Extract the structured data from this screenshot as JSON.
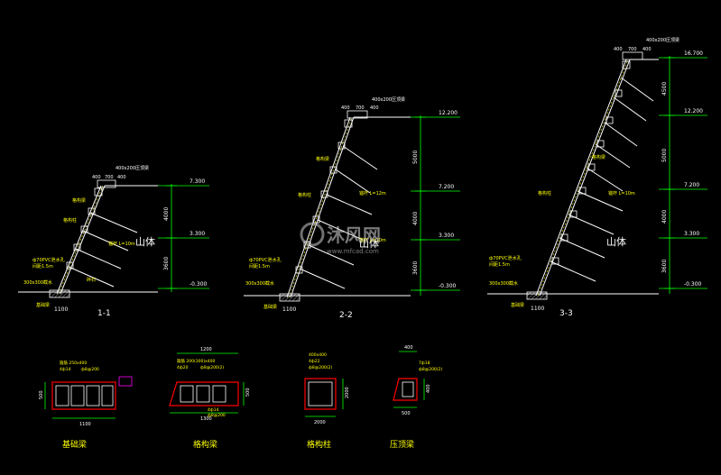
{
  "sections": [
    {
      "label": "1-1",
      "mountain": "山体",
      "elevations": [
        "7.300",
        "3.300",
        "-0.300"
      ],
      "dims": [
        "4000",
        "3600",
        "1100"
      ],
      "top_beam": "400x200压顶梁",
      "top_dims": [
        "400",
        "700",
        "400"
      ],
      "notes": [
        "格构梁",
        "格构柱",
        "锚杆 L=10m",
        "ф70PVC泄水孔",
        "间距1.5m",
        "300x300截水",
        "基础梁",
        "碎石"
      ]
    },
    {
      "label": "2-2",
      "mountain": "山体",
      "elevations": [
        "12.200",
        "7.200",
        "3.300",
        "-0.300"
      ],
      "dims": [
        "5000",
        "4000",
        "3600",
        "1100"
      ],
      "top_beam": "400x200压顶梁",
      "top_dims": [
        "400",
        "700",
        "400"
      ],
      "notes": [
        "格构梁",
        "格构柱",
        "锚杆 L=12m",
        "锚杆 L=10m",
        "ф70PVC泄水孔",
        "间距1.5m",
        "300x300截水",
        "基础梁"
      ]
    },
    {
      "label": "3-3",
      "mountain": "山体",
      "elevations": [
        "16.700",
        "12.200",
        "7.200",
        "3.300",
        "-0.300"
      ],
      "dims": [
        "4500",
        "5000",
        "4000",
        "3600",
        "1100"
      ],
      "top_beam": "400x200压顶梁",
      "top_dims": [
        "400",
        "700",
        "400"
      ],
      "notes": [
        "格构梁",
        "格构柱",
        "锚杆 L=10m",
        "ф70PVC泄水孔",
        "间距1.5m",
        "300x300截水",
        "基础梁"
      ]
    }
  ],
  "details": [
    {
      "title": "基础梁",
      "dims": [
        "500",
        "1100"
      ],
      "notes": [
        "箍筋 250x400",
        "4ф14",
        "ф8@200"
      ]
    },
    {
      "title": "格构梁",
      "dims": [
        "1200",
        "1300",
        "500"
      ],
      "notes": [
        "箍筋 200(300)x400",
        "4ф20",
        "ф8@200(2)",
        "4ф14",
        "ф8@200"
      ]
    },
    {
      "title": "格构柱",
      "dims": [
        "400x400",
        "2000",
        "2000"
      ],
      "notes": [
        "4ф22",
        "ф8@200(2)"
      ]
    },
    {
      "title": "压顶梁",
      "dims": [
        "400",
        "400",
        "500"
      ],
      "notes": [
        "7ф18",
        "ф8@200(2)"
      ]
    }
  ],
  "watermark": {
    "brand": "沐风网",
    "url": "www.mfcad.com"
  },
  "colors": {
    "background": "#000000",
    "structure": "#ffffff",
    "dimension": "#00ff00",
    "text": "#ffff00",
    "section": "#ff0000",
    "accent": "#00ffff",
    "magenta": "#ff00ff"
  }
}
